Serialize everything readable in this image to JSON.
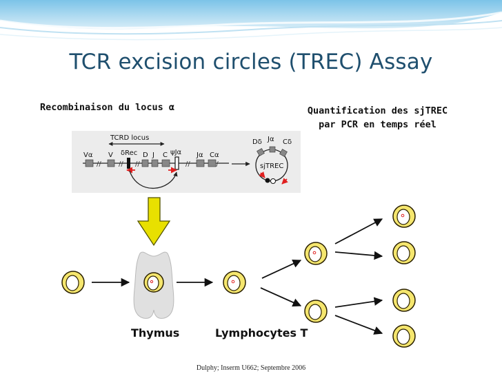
{
  "title": "TCR excision circles (TREC) Assay",
  "left_label": "Recombinaison du locus α",
  "right_label_line1": "Quantification des sjTREC",
  "right_label_line2": "par PCR en temps réel",
  "thymus_label": "Thymus",
  "lympho_label": "Lymphocytes T",
  "footer": "Dulphy; Inserm U662; Septembre 2006",
  "locus": {
    "tcrd_locus": "TCRD locus",
    "v_alpha": "Vα",
    "v": "V",
    "delta_rec": "δRec",
    "d": "D",
    "j": "J",
    "c": "C",
    "psi_j_alpha": "ψJα",
    "j_alpha": "Jα",
    "c_alpha": "Cα",
    "d_delta": "Dδ",
    "j_alpha_circle": "Jα",
    "c_delta": "Cδ",
    "sjtrec": "sjTREC"
  },
  "colors": {
    "title": "#1f4f6e",
    "cell_fill": "#f5e66e",
    "cell_stroke": "#2a2000",
    "thymus_arrow": "#e8e000",
    "trec_dot": "#e02020",
    "header_blue": "#4fa9d8"
  }
}
